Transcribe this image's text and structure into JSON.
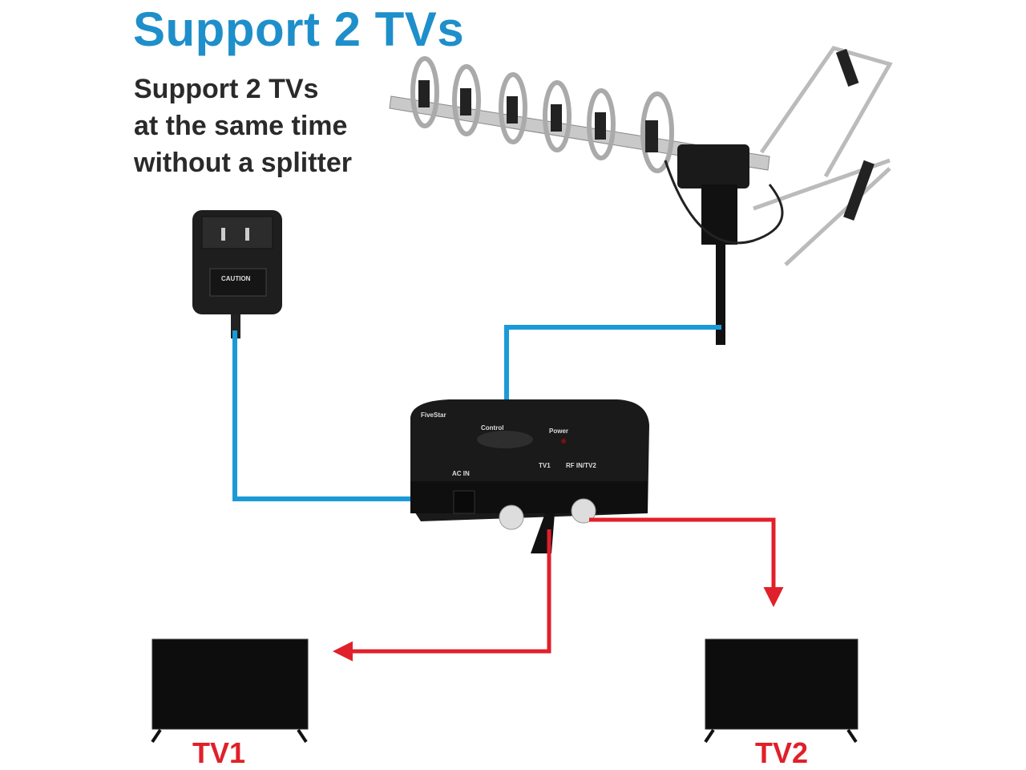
{
  "heading": "Support 2 TVs",
  "subheading": [
    "Support 2 TVs",
    "at the same time",
    "without a splitter"
  ],
  "device": {
    "brand": "FiveStar",
    "ports": {
      "ac_in": "AC IN",
      "tv1": "TV1",
      "rf_in_tv2": "RF IN/TV2"
    },
    "power_label": "Power",
    "control_label": "Control"
  },
  "adapter": {
    "caution_label": "CAUTION"
  },
  "tvs": [
    {
      "label": "TV1"
    },
    {
      "label": "TV2"
    }
  ],
  "colors": {
    "heading": "#1e8fca",
    "input_lines": "#1b9ad8",
    "output_lines": "#e0202a"
  }
}
